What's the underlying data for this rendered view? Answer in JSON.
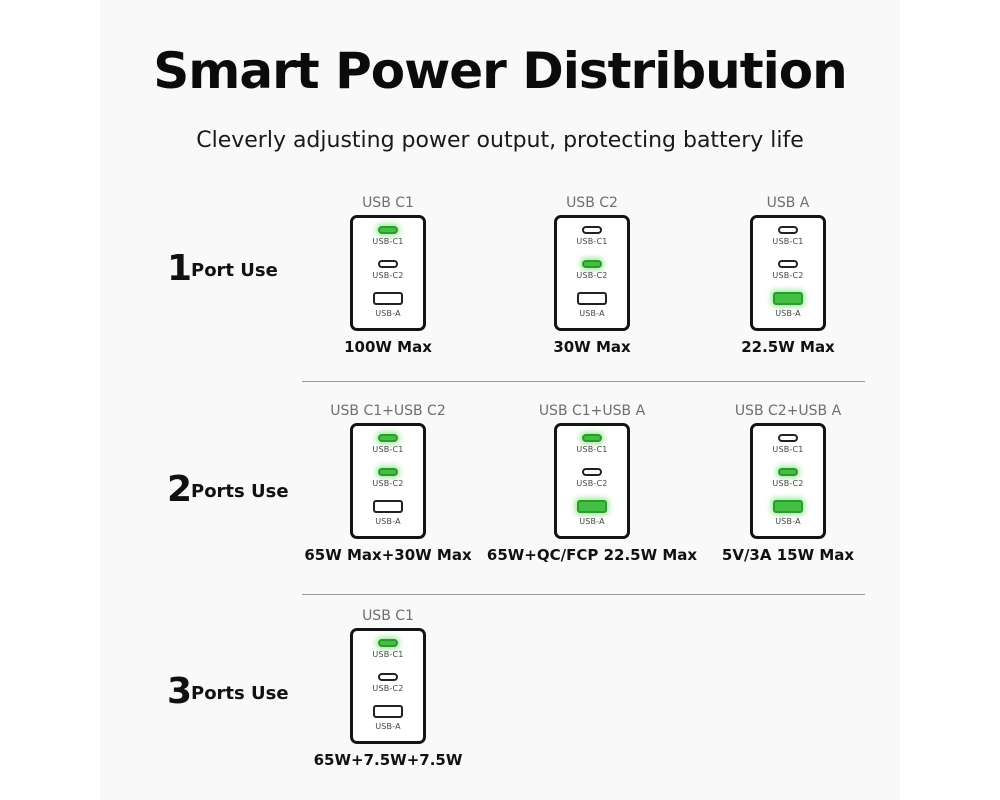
{
  "title": "Smart Power Distribution",
  "subtitle": "Cleverly adjusting power output, protecting battery life",
  "port_labels": {
    "c1": "USB-C1",
    "c2": "USB-C2",
    "a": "USB-A"
  },
  "colors": {
    "active_port": "#43c043",
    "outline": "#141414",
    "caption": "#6f6f6f"
  },
  "rows": [
    {
      "number": "1",
      "label": "Port Use",
      "configs": [
        {
          "name": "USB C1",
          "active": [
            "c1"
          ],
          "power": "100W Max"
        },
        {
          "name": "USB C2",
          "active": [
            "c2"
          ],
          "power": "30W Max"
        },
        {
          "name": "USB A",
          "active": [
            "a"
          ],
          "power": "22.5W Max"
        }
      ]
    },
    {
      "number": "2",
      "label": "Ports Use",
      "configs": [
        {
          "name": "USB C1+USB C2",
          "active": [
            "c1",
            "c2"
          ],
          "power": "65W Max+30W Max"
        },
        {
          "name": "USB C1+USB A",
          "active": [
            "c1",
            "a"
          ],
          "power": "65W+QC/FCP 22.5W Max"
        },
        {
          "name": "USB C2+USB A",
          "active": [
            "c2",
            "a"
          ],
          "power": "5V/3A 15W Max"
        }
      ]
    },
    {
      "number": "3",
      "label": "Ports Use",
      "configs": [
        {
          "name": "USB C1",
          "active": [
            "c1"
          ],
          "power": "65W+7.5W+7.5W"
        }
      ]
    }
  ]
}
